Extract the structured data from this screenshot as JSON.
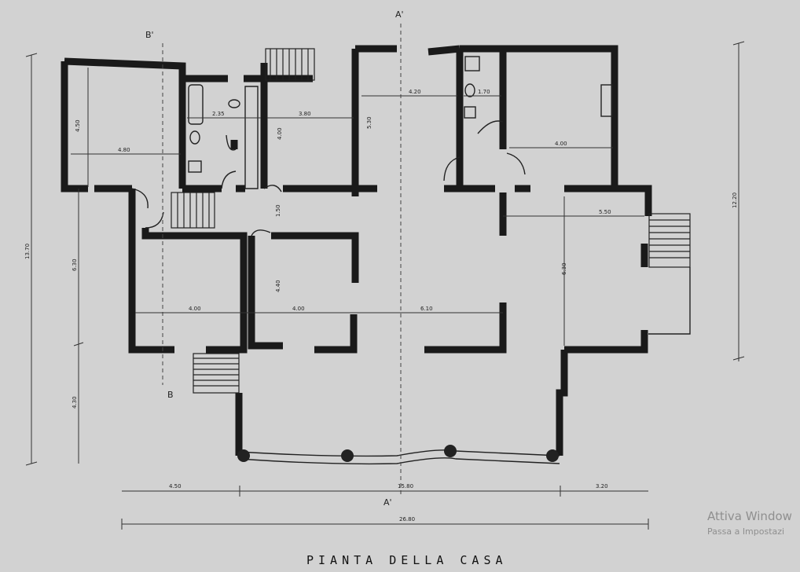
{
  "drawing": {
    "title": "PIANTA DELLA CASA",
    "section_marks": {
      "a_top": "A'",
      "a_bottom": "A'",
      "b_top": "B'",
      "b_bottom": "B"
    },
    "dimensions": {
      "room_nw_height": "4.50",
      "room_nw_width": "4.80",
      "bath_width": "2.35",
      "room_n_width": "3.80",
      "room_n_height": "4.00",
      "hall_height": "5.30",
      "hall_width": "4.20",
      "wc_width": "1.70",
      "kitchen_width": "4.00",
      "corridor": "1.50",
      "room_sw_width": "4.00",
      "room_s_height": "4.40",
      "room_s_width": "4.00",
      "living_width": "6.10",
      "room_e_width": "5.50",
      "room_e_height": "6.30",
      "left_total": "13.70",
      "left_mid": "6.30",
      "left_low": "4.30",
      "right_total": "12.20",
      "bottom_left": "4.50",
      "bottom_mid": "15.80",
      "bottom_right": "3.20",
      "bottom_total": "26.80"
    }
  },
  "overlay": {
    "activation_title": "Attiva Window",
    "activation_sub": "Passa a Impostazi"
  }
}
